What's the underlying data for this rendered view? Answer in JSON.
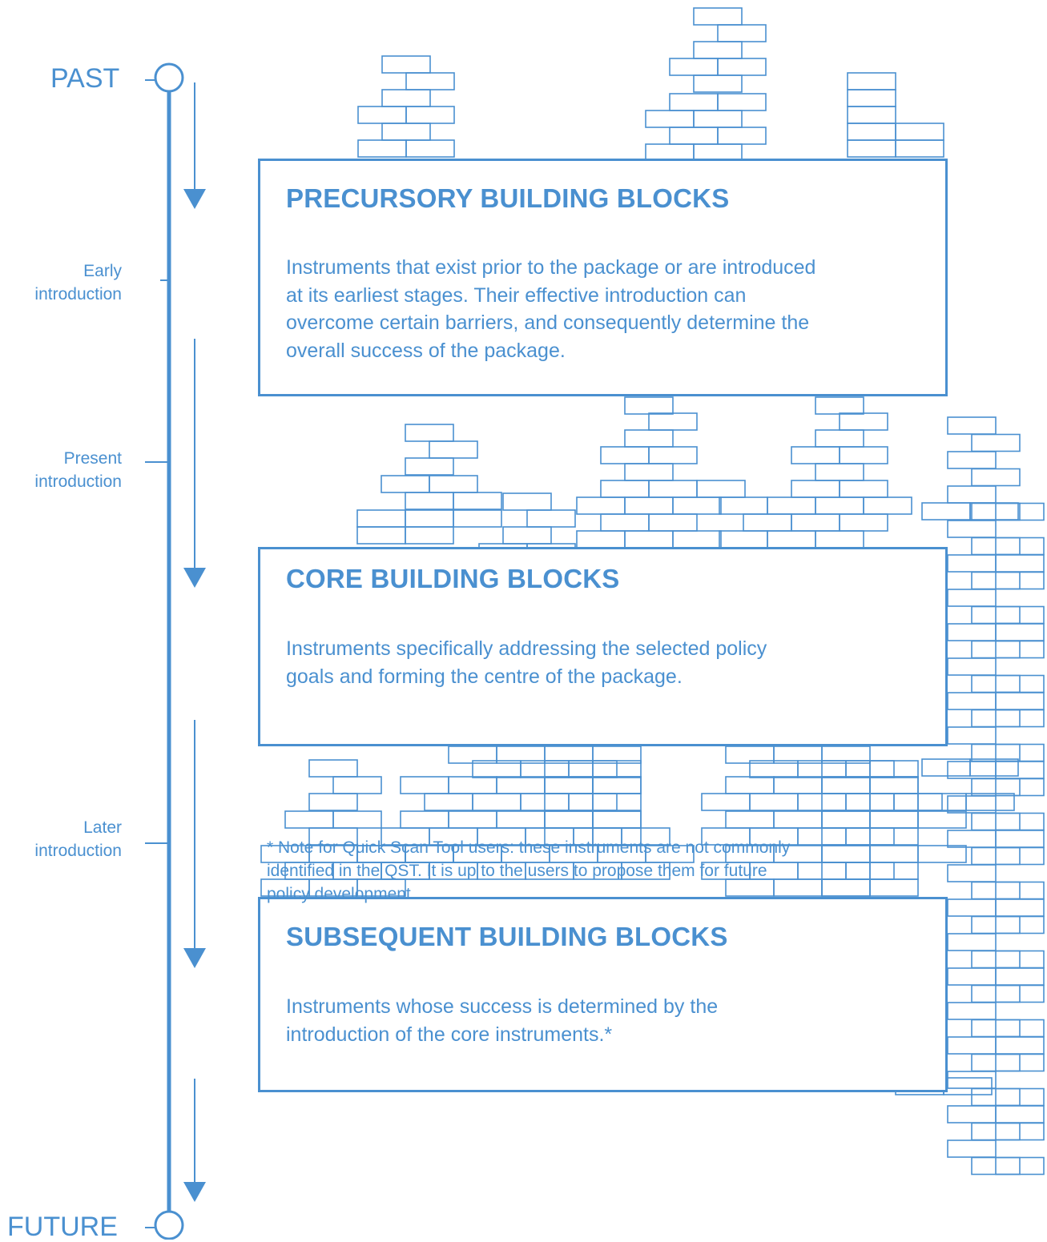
{
  "timeline": {
    "start_label": "PAST",
    "end_label": "FUTURE",
    "phases": {
      "early": [
        "Early",
        "introduction"
      ],
      "present": [
        "Present",
        "introduction"
      ],
      "later": [
        "Later",
        "introduction"
      ]
    }
  },
  "blocks": [
    {
      "title": "PRECURSORY BUILDING BLOCKS",
      "lines": [
        "Instruments that exist prior to the package or are introduced",
        "at its earliest stages. Their effective introduction can",
        "overcome certain barriers, and consequently determine the",
        "overall success of the package."
      ]
    },
    {
      "title": "CORE BUILDING BLOCKS",
      "lines": [
        "Instruments specifically addressing the selected policy",
        "goals and forming the centre of the package."
      ]
    },
    {
      "title": "SUBSEQUENT BUILDING BLOCKS",
      "lines": [
        "Instruments whose success is determined by the",
        "introduction of the core instruments.*"
      ]
    }
  ],
  "note": {
    "lines": [
      "* Note for Quick Scan Tool users: these instruments are not commonly",
      "identified in the QST. It is up to the users to propose them for future",
      "policy development."
    ]
  },
  "colors": {
    "accent": "#4a90d0",
    "background": "#ffffff"
  }
}
